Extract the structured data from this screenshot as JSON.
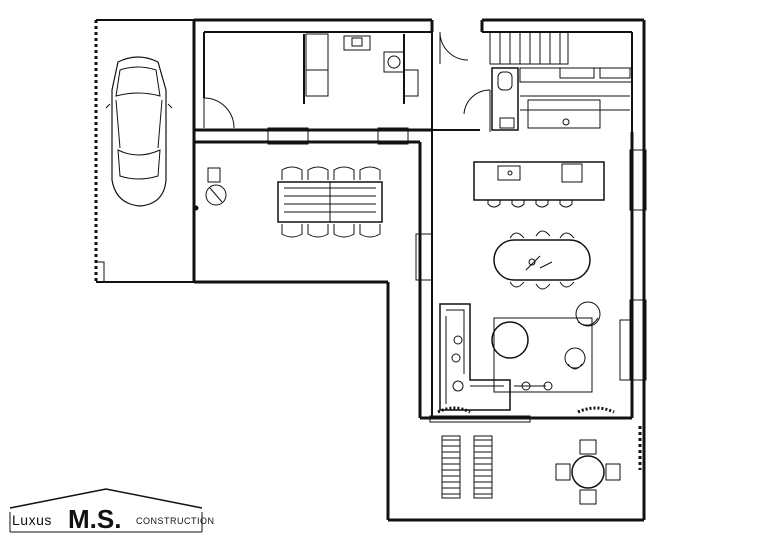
{
  "drawing": {
    "type": "architectural floor plan",
    "furniture": [
      "car",
      "outdoor-dining-table-8-chairs",
      "kitchen-island",
      "oval-dining-table",
      "sofa",
      "round-coffee-table",
      "armchair",
      "lounge-chairs",
      "patio-table-4-chairs",
      "bathroom",
      "kitchen-counter"
    ]
  },
  "logo": {
    "prefix": "Luxus",
    "main": "M.S.",
    "suffix": "CONSTRUCTION"
  }
}
